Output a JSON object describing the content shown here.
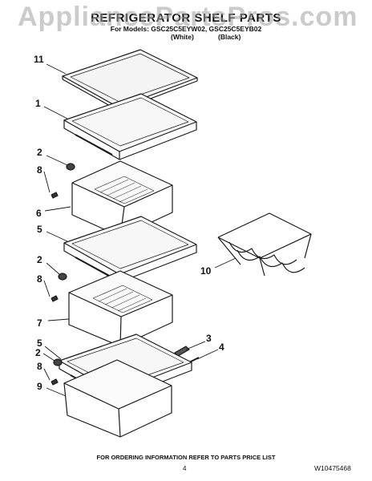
{
  "header": {
    "title": "REFRIGERATOR SHELF PARTS",
    "models": "For Models: GSC25C5EYW02, GSC25C5EYB02",
    "color_white": "(White)",
    "color_black": "(Black)"
  },
  "watermark": "AppliancePartsPros.com",
  "callouts": [
    "11",
    "1",
    "2",
    "8",
    "6",
    "5",
    "10",
    "2",
    "8",
    "7",
    "3",
    "4",
    "5",
    "2",
    "8",
    "9"
  ],
  "footer": {
    "note": "FOR ORDERING INFORMATION REFER TO PARTS PRICE LIST",
    "page_number": "4",
    "doc_number": "W10475468"
  },
  "colors": {
    "line": "#1a1a1a",
    "watermark": "#a0a0a0"
  }
}
